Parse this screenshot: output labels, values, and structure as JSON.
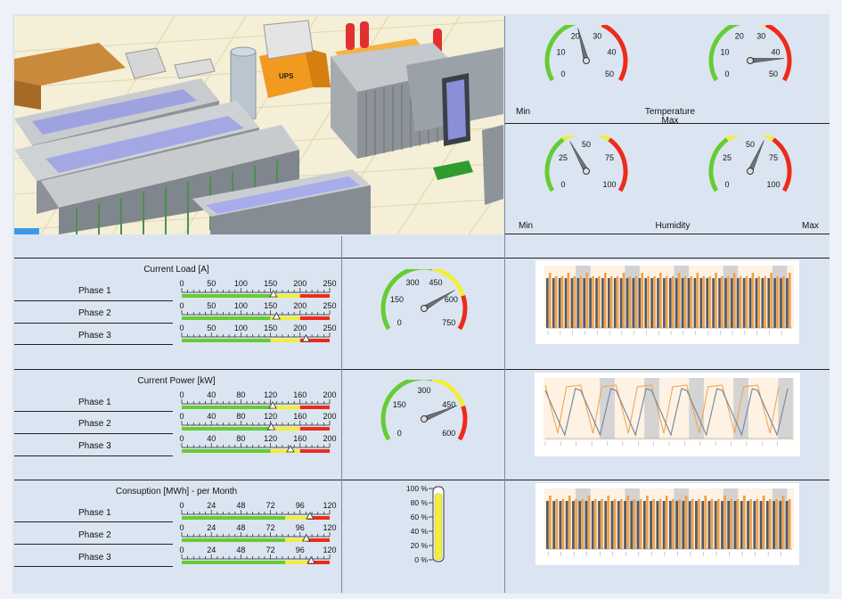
{
  "temperature": {
    "title": "Temperature",
    "min_label": "Min",
    "max_label": "Max",
    "gauges": [
      {
        "name": "min-temperature-gauge",
        "ticks": [
          "0",
          "10",
          "20",
          "30",
          "40",
          "50"
        ],
        "value": 22,
        "max": 50,
        "green": [
          0,
          0.45
        ],
        "yellow": [
          0.45,
          0.6
        ],
        "red": [
          0.6,
          1
        ]
      },
      {
        "name": "max-temperature-gauge",
        "ticks": [
          "0",
          "10",
          "20",
          "30",
          "40",
          "50"
        ],
        "value": 43,
        "max": 50,
        "green": [
          0,
          0.45
        ],
        "yellow": [
          0.45,
          0.6
        ],
        "red": [
          0.6,
          1
        ]
      }
    ]
  },
  "humidity": {
    "title": "Humidity",
    "min_label": "Min",
    "max_label": "Max",
    "gauges": [
      {
        "name": "min-humidity-gauge",
        "ticks": [
          "0",
          "25",
          "50",
          "75",
          "100"
        ],
        "value": 38,
        "max": 100,
        "green": [
          0,
          0.35
        ],
        "yellow": [
          0.35,
          0.65
        ],
        "red": [
          0.65,
          1
        ]
      },
      {
        "name": "max-humidity-gauge",
        "ticks": [
          "0",
          "25",
          "50",
          "75",
          "100"
        ],
        "value": 60,
        "max": 100,
        "green": [
          0,
          0.35
        ],
        "yellow": [
          0.35,
          0.65
        ],
        "red": [
          0.65,
          1
        ]
      }
    ]
  },
  "sections": [
    {
      "key": "load",
      "title": "Current Load [A]",
      "ticks": [
        "0",
        "50",
        "100",
        "150",
        "200",
        "250"
      ],
      "max": 250,
      "zones": {
        "green": 0.6,
        "yellow": 0.8
      },
      "phases": [
        {
          "label": "Phase 1",
          "value": 155
        },
        {
          "label": "Phase 2",
          "value": 160
        },
        {
          "label": "Phase 3",
          "value": 210
        }
      ],
      "gauge": {
        "ticks": [
          "0",
          "150",
          "300",
          "450",
          "600",
          "750"
        ],
        "value": 560,
        "max": 750,
        "green": [
          0,
          0.55
        ],
        "yellow": [
          0.55,
          0.8
        ],
        "red": [
          0.8,
          1
        ]
      },
      "chart": {
        "type": "bar",
        "bars": 40
      }
    },
    {
      "key": "power",
      "title": "Current Power [kW]",
      "ticks": [
        "0",
        "40",
        "80",
        "120",
        "160",
        "200"
      ],
      "max": 200,
      "zones": {
        "green": 0.6,
        "yellow": 0.8
      },
      "phases": [
        {
          "label": "Phase 1",
          "value": 123
        },
        {
          "label": "Phase 2",
          "value": 121
        },
        {
          "label": "Phase 3",
          "value": 147
        }
      ],
      "gauge": {
        "ticks": [
          "0",
          "150",
          "300",
          "450",
          "600"
        ],
        "value": 470,
        "max": 600,
        "green": [
          0,
          0.55
        ],
        "yellow": [
          0.55,
          0.8
        ],
        "red": [
          0.8,
          1
        ]
      },
      "chart": {
        "type": "line"
      }
    },
    {
      "key": "consumption",
      "title": "Consuption [MWh] - per Month",
      "ticks": [
        "0",
        "24",
        "48",
        "72",
        "96",
        "120"
      ],
      "max": 120,
      "zones": {
        "green": 0.7,
        "yellow": 0.85
      },
      "phases": [
        {
          "label": "Phase 1",
          "value": 104
        },
        {
          "label": "Phase 2",
          "value": 101
        },
        {
          "label": "Phase 3",
          "value": 105
        }
      ],
      "thermometer": {
        "ticks": [
          "100 %",
          "80 %",
          "60 %",
          "40 %",
          "20 %",
          "0 %"
        ],
        "value": 0.93
      },
      "chart": {
        "type": "bar",
        "bars": 38
      }
    }
  ],
  "scene_labels": {
    "ups": "UPS"
  },
  "colors": {
    "green": "#66cc33",
    "yellow": "#f2ee3a",
    "red": "#ee2a1c",
    "orange": "#f0a14a",
    "gray": "#7d8a99"
  }
}
